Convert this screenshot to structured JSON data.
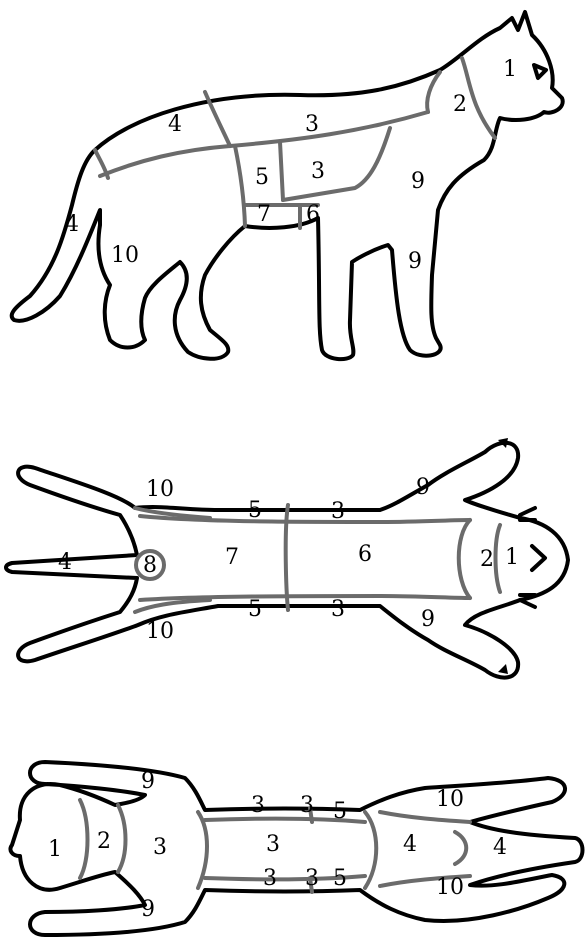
{
  "views": {
    "lateral": {
      "labels": {
        "head": "1",
        "neck": "2",
        "back_upper": "3",
        "side_chest": "3",
        "back_lower": "4",
        "tail": "4",
        "flank": "5",
        "belly_front": "6",
        "belly_rear": "7",
        "shoulder": "9",
        "foreleg": "9",
        "hindleg": "10"
      }
    },
    "ventral": {
      "labels": {
        "head": "1",
        "neck": "2",
        "side_top": "3",
        "side_bottom": "3",
        "tail": "4",
        "flank_top": "5",
        "flank_bottom": "5",
        "chest": "6",
        "abdomen": "7",
        "perineum": "8",
        "foreleg_top": "9",
        "foreleg_bottom": "9",
        "hindleg_top": "10",
        "hindleg_bottom": "10"
      }
    },
    "dorsal": {
      "labels": {
        "head": "1",
        "neck": "2",
        "shoulders": "3",
        "back_mid": "3",
        "side_top": "3",
        "side_top2": "3",
        "side_bottom": "3",
        "side_bottom2": "3",
        "rump": "4",
        "tail": "4",
        "flank_top": "5",
        "flank_bottom": "5",
        "foreleg_top": "9",
        "foreleg_bottom": "9",
        "hindleg_top": "10",
        "hindleg_bottom": "10"
      }
    }
  }
}
